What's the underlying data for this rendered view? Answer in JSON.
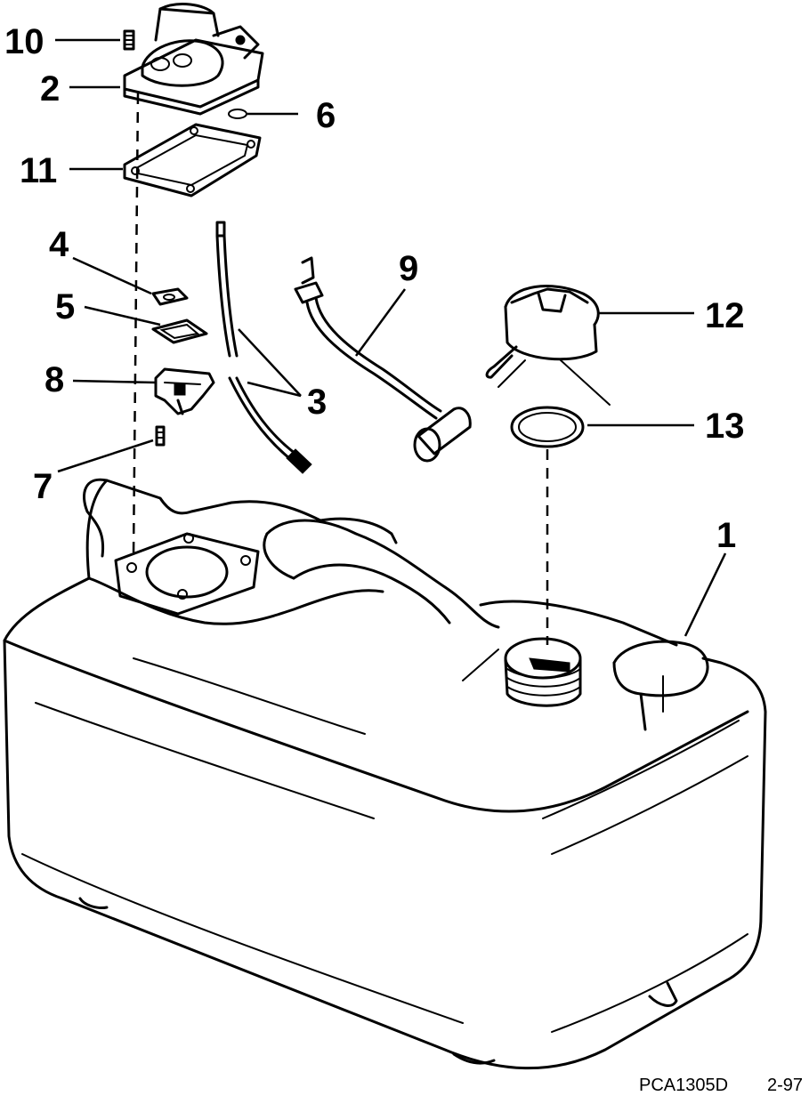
{
  "callouts": {
    "c1": "1",
    "c2": "2",
    "c3": "3",
    "c4": "4",
    "c5": "5",
    "c6": "6",
    "c7": "7",
    "c8": "8",
    "c9": "9",
    "c10": "10",
    "c11": "11",
    "c12": "12",
    "c13": "13"
  },
  "footer": {
    "code": "PCA1305D",
    "page": "2-97"
  }
}
